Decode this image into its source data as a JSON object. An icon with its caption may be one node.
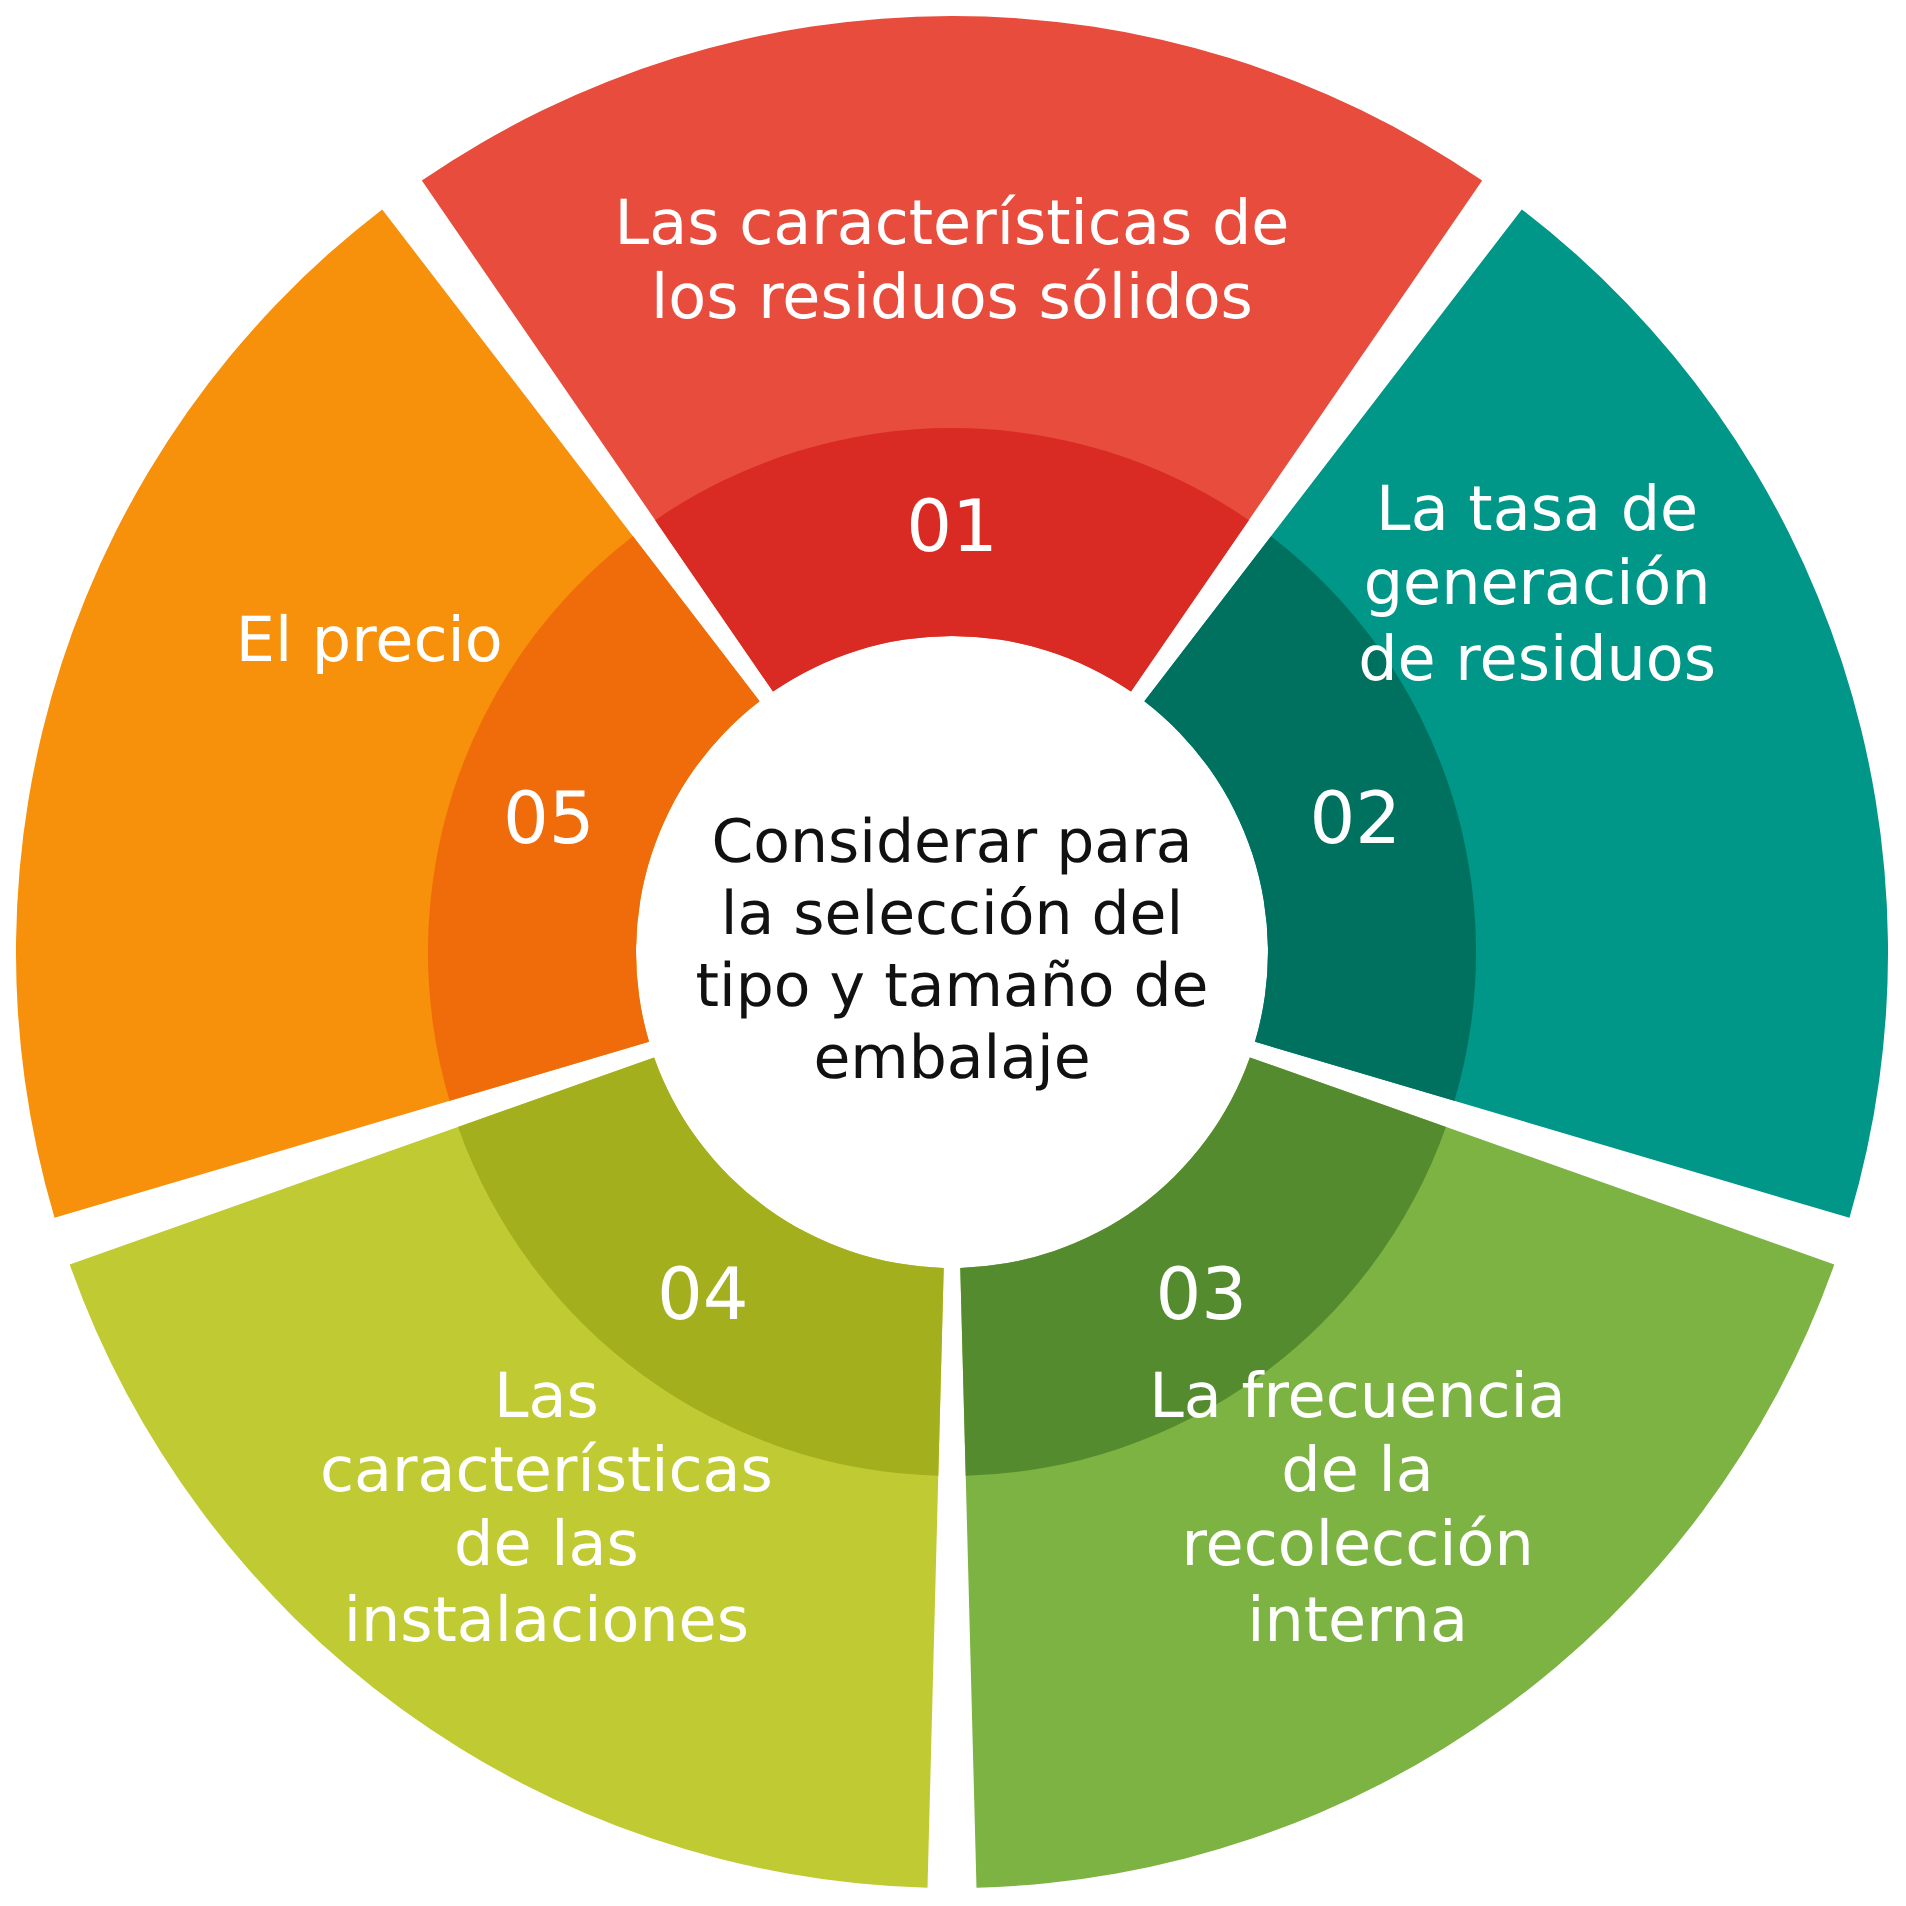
{
  "diagram": {
    "nodes": [
      {
        "text": [
          "Considerar para la selección del tipo y tamaño de embalaje"
        ]
      },
      {
        "text": [
          "Las características de los residuos sólidos",
          "01"
        ]
      },
      {
        "text": [
          "La tasa de generación de residuos",
          "02"
        ]
      },
      {
        "text": [
          "03",
          "La frecuencia de la recolección interna"
        ]
      },
      {
        "text": [
          "04",
          "Las características de las instalaciones"
        ]
      },
      {
        "text": [
          "El precio",
          "05"
        ]
      }
    ]
  }
}
